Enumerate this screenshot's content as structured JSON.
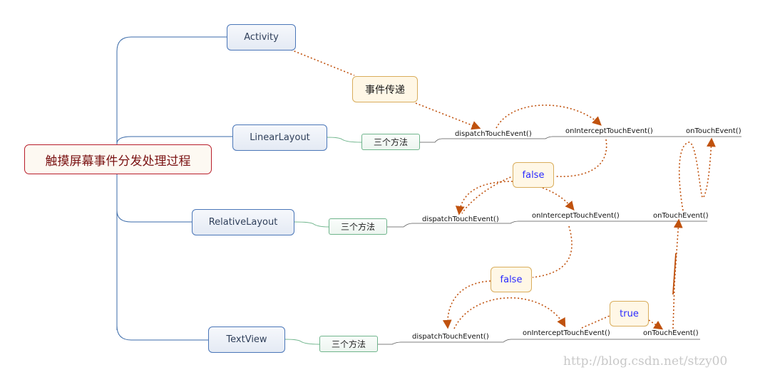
{
  "root": {
    "label": "触摸屏幕事件分发处理过程"
  },
  "activity": {
    "label": "Activity"
  },
  "event_transfer": {
    "label": "事件传递"
  },
  "layers": [
    {
      "label": "LinearLayout",
      "methods_label": "三个方法",
      "dispatch": "dispatchTouchEvent()",
      "intercept": "onInterceptTouchEvent()",
      "touch": "onTouchEvent()"
    },
    {
      "label": "RelativeLayout",
      "methods_label": "三个方法",
      "dispatch": "dispatchTouchEvent()",
      "intercept": "onInterceptTouchEvent()",
      "touch": "onTouchEvent()"
    },
    {
      "label": "TextView",
      "methods_label": "三个方法",
      "dispatch": "dispatchTouchEvent()",
      "intercept": "onInterceptTouchEvent()",
      "touch": "onTouchEvent()"
    }
  ],
  "flags": {
    "false_1": "false",
    "false_2": "false",
    "true_1": "true"
  },
  "watermark": "http://blog.csdn.net/stzy00",
  "colors": {
    "connector": "#3a6aa8",
    "flow_arrow": "#c0520e",
    "root_border": "#b81d2a",
    "node_border": "#4a76b8",
    "methods_border": "#6fb58c",
    "flag_border": "#d9ad5c",
    "flag_text": "#2a2aff"
  }
}
